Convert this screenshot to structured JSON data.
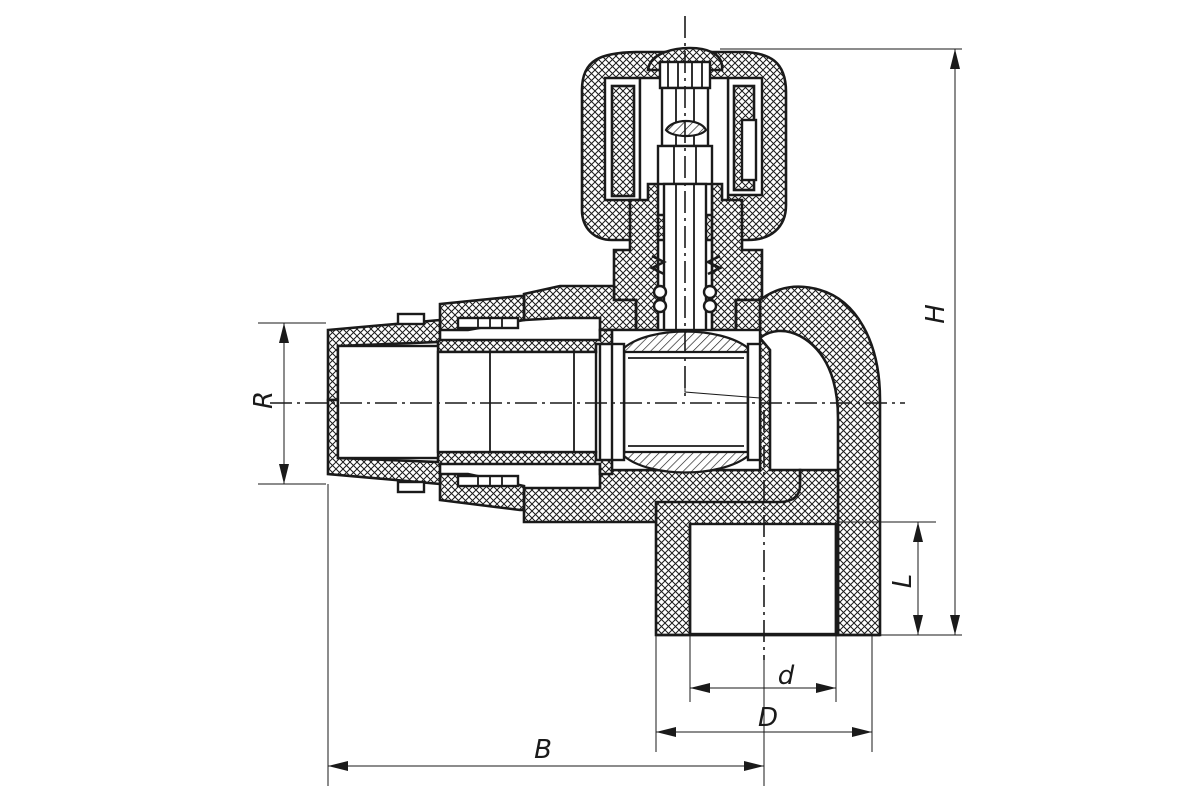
{
  "labels": {
    "R": "R",
    "H": "H",
    "L": "L",
    "d": "d",
    "D": "D",
    "B": "B"
  },
  "colors": {
    "line": "#1a1a1a",
    "background": "#ffffff"
  }
}
